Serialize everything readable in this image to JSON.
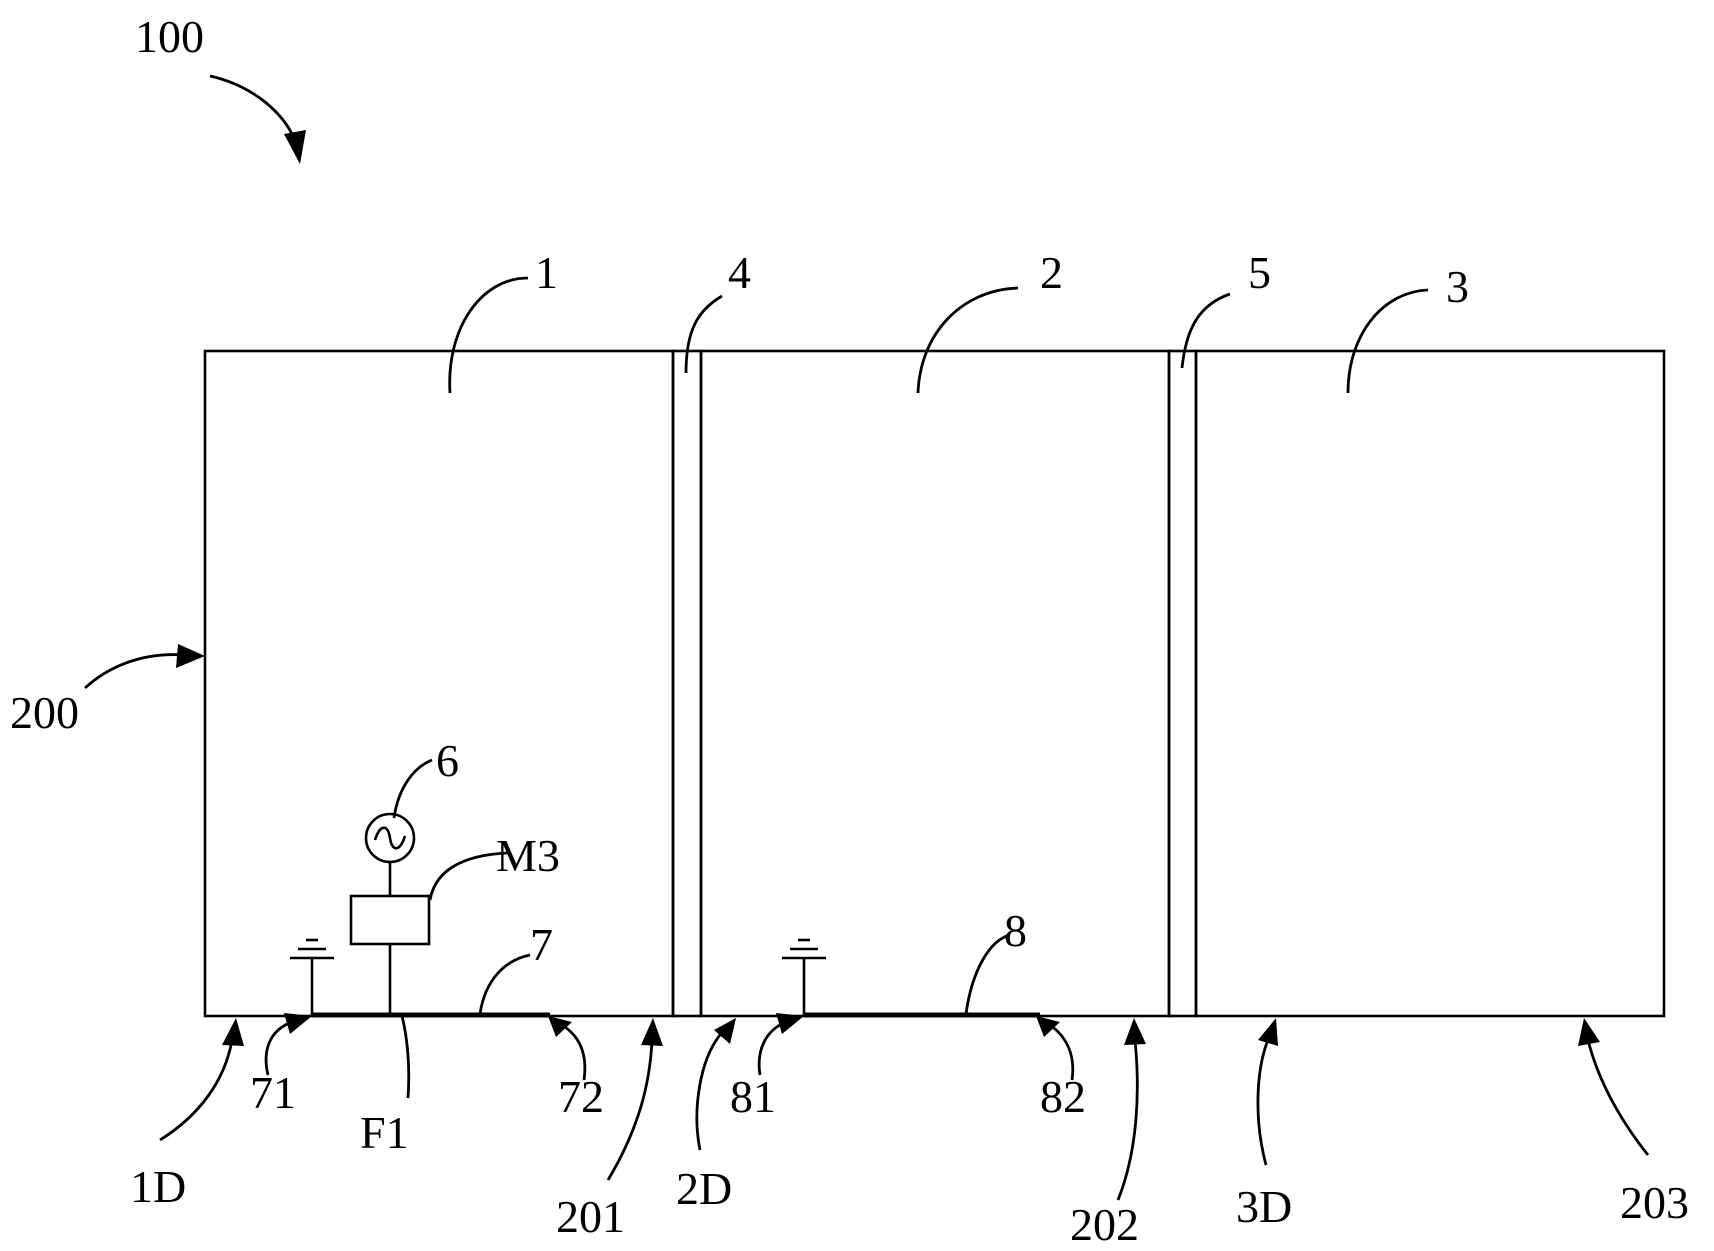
{
  "colors": {
    "line": "#000000",
    "background": "#ffffff"
  },
  "labels": {
    "device": "100",
    "frame": "200",
    "part_1": "1",
    "part_2": "2",
    "part_3": "3",
    "gap_4": "4",
    "gap_5": "5",
    "source": "6",
    "matching": "M3",
    "radiator_7": "7",
    "radiator_8": "8",
    "end_71": "71",
    "end_72": "72",
    "end_81": "81",
    "end_82": "82",
    "feed": "F1",
    "edge_1D": "1D",
    "edge_2D": "2D",
    "edge_3D": "3D",
    "edge_201": "201",
    "edge_202": "202",
    "edge_203": "203"
  },
  "icons": [
    "ac-source-icon",
    "ground-icon",
    "matching-circuit-box"
  ]
}
